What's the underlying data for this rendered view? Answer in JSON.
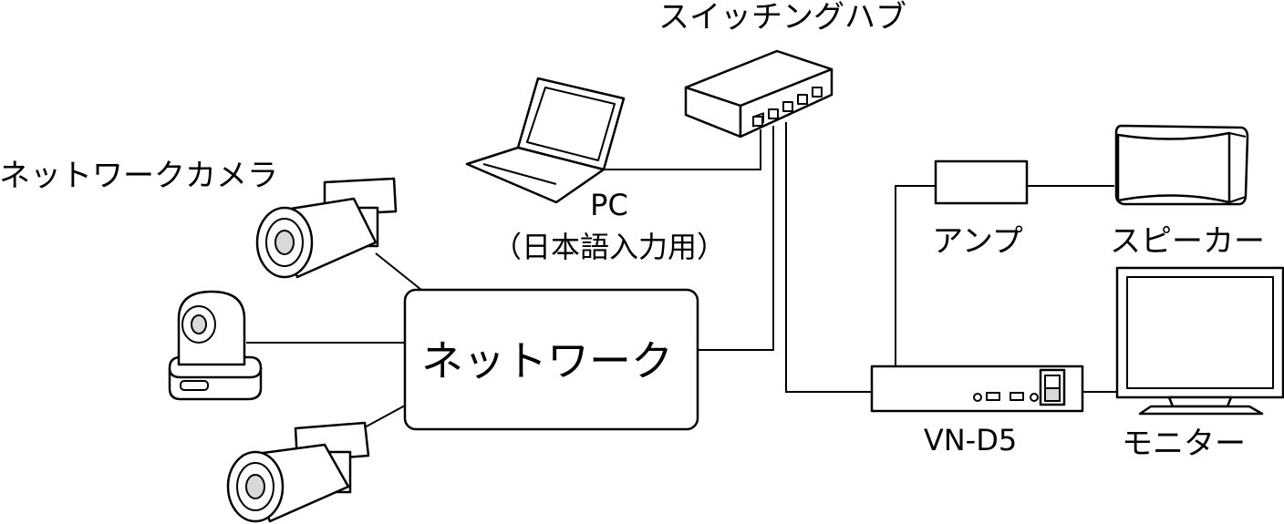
{
  "labels": {
    "switching_hub": "スイッチングハブ",
    "network_camera": "ネットワークカメラ",
    "pc": "PC",
    "pc_note": "（日本語入力用）",
    "network": "ネットワーク",
    "amp": "アンプ",
    "speaker": "スピーカー",
    "vn_d5": "VN-D5",
    "monitor": "モニター"
  }
}
